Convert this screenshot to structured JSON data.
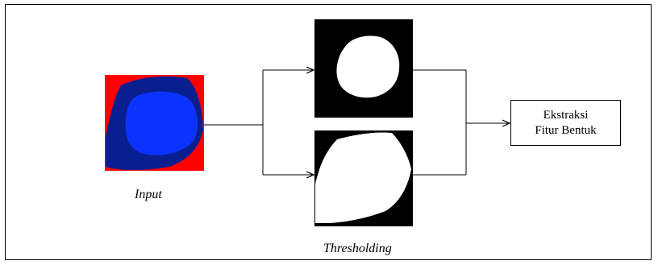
{
  "input_caption": "Input",
  "thresholding_caption": "Thresholding",
  "output": {
    "line1": "Ekstraksi",
    "line2": "Fitur Bentuk"
  },
  "colors": {
    "background_red": "#ff0000",
    "outer_blob_navy": "#0a1f8f",
    "inner_blob_blue": "#0a33ff",
    "threshold_bg": "#000000",
    "threshold_fg": "#ffffff",
    "line": "#000000"
  }
}
